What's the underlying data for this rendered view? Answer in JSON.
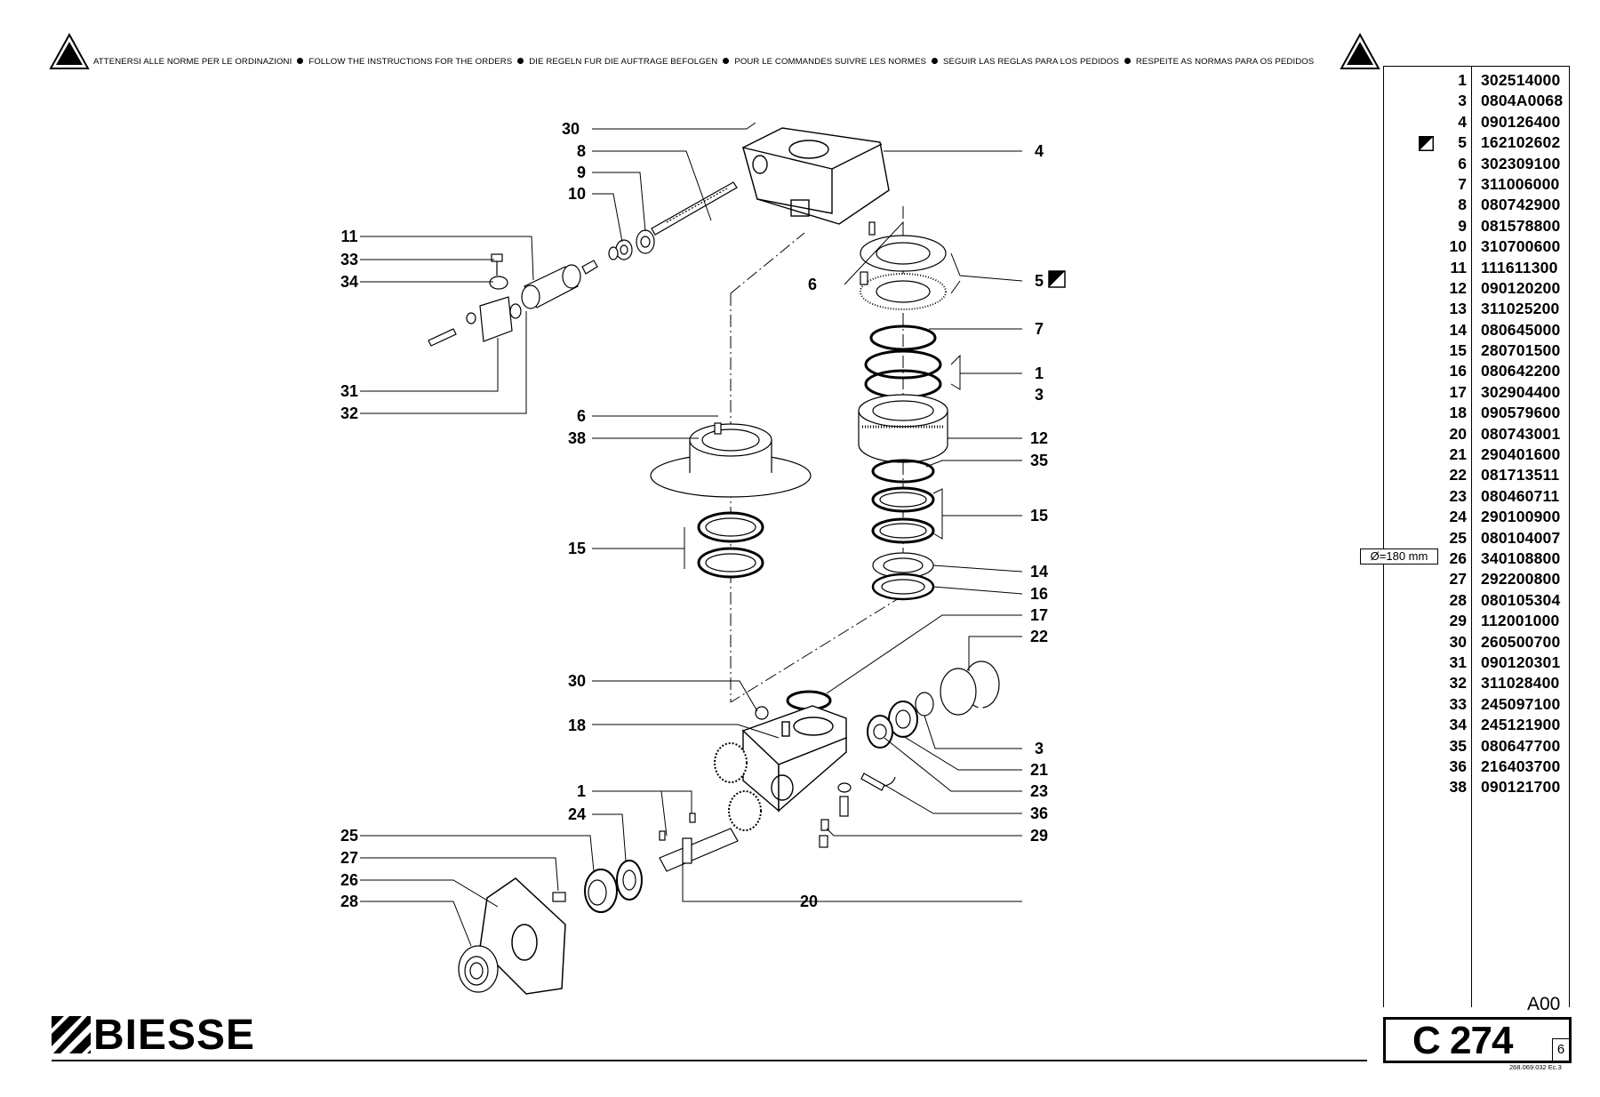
{
  "header": {
    "notice_items": [
      "ATTENERSI ALLE NORME PER LE ORDINAZIONI",
      "FOLLOW THE INSTRUCTIONS FOR THE ORDERS",
      "DIE REGELN FUR DIE AUFTRAGE BEFOLGEN",
      "POUR LE COMMANDES SUIVRE LES NORMES",
      "SEGUIR LAS REGLAS PARA LOS PEDIDOS",
      "RESPEITE AS NORMAS PARA OS PEDIDOS"
    ],
    "warning_icon": "warning-triangle-icon"
  },
  "parts_list": [
    {
      "num": "1",
      "code": "302514000"
    },
    {
      "num": "3",
      "code": "0804A0068"
    },
    {
      "num": "4",
      "code": "090126400"
    },
    {
      "num": "5",
      "code": "162102602",
      "marker": "half-filled-square-icon"
    },
    {
      "num": "6",
      "code": "302309100"
    },
    {
      "num": "7",
      "code": "311006000"
    },
    {
      "num": "8",
      "code": "080742900"
    },
    {
      "num": "9",
      "code": "081578800"
    },
    {
      "num": "10",
      "code": "310700600"
    },
    {
      "num": "11",
      "code": "111611300"
    },
    {
      "num": "12",
      "code": "090120200"
    },
    {
      "num": "13",
      "code": "311025200"
    },
    {
      "num": "14",
      "code": "080645000"
    },
    {
      "num": "15",
      "code": "280701500"
    },
    {
      "num": "16",
      "code": "080642200"
    },
    {
      "num": "17",
      "code": "302904400"
    },
    {
      "num": "18",
      "code": "090579600"
    },
    {
      "num": "20",
      "code": "080743001"
    },
    {
      "num": "21",
      "code": "290401600"
    },
    {
      "num": "22",
      "code": "081713511"
    },
    {
      "num": "23",
      "code": "080460711"
    },
    {
      "num": "24",
      "code": "290100900"
    },
    {
      "num": "25",
      "code": "080104007"
    },
    {
      "num": "26",
      "code": "340108800",
      "note": "Ø=180 mm"
    },
    {
      "num": "27",
      "code": "292200800"
    },
    {
      "num": "28",
      "code": "080105304"
    },
    {
      "num": "29",
      "code": "112001000"
    },
    {
      "num": "30",
      "code": "260500700"
    },
    {
      "num": "31",
      "code": "090120301"
    },
    {
      "num": "32",
      "code": "311028400"
    },
    {
      "num": "33",
      "code": "245097100"
    },
    {
      "num": "34",
      "code": "245121900"
    },
    {
      "num": "35",
      "code": "080647700"
    },
    {
      "num": "36",
      "code": "216403700"
    },
    {
      "num": "38",
      "code": "090121700"
    }
  ],
  "diameter_note": "Ø=180 mm",
  "callouts": {
    "c30a": "30",
    "c8": "8",
    "c9": "9",
    "c10": "10",
    "c11": "11",
    "c33": "33",
    "c34": "34",
    "c31": "31",
    "c32": "32",
    "c6b": "6",
    "c38": "38",
    "c15b": "15",
    "c30b": "30",
    "c18": "18",
    "c1b": "1",
    "c24": "24",
    "c25": "25",
    "c27": "27",
    "c26": "26",
    "c28": "28",
    "c4": "4",
    "c6a": "6",
    "c5": "5",
    "c7": "7",
    "c1a": "1",
    "c3a": "3",
    "c12": "12",
    "c35": "35",
    "c15a": "15",
    "c14": "14",
    "c16": "16",
    "c17": "17",
    "c22": "22",
    "c3b": "3",
    "c21": "21",
    "c23": "23",
    "c36": "36",
    "c29": "29",
    "c20": "20"
  },
  "title_block": {
    "revision": "A00",
    "code": "C 274",
    "sheet": "6",
    "doc_ref": "268.069.032 Ec.3"
  },
  "brand": {
    "name": "BIESSE",
    "logo_icon": "biesse-logo-icon"
  }
}
